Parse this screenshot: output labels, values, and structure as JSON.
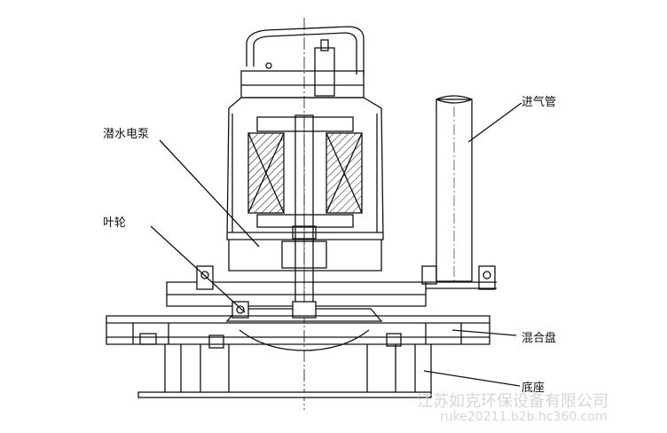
{
  "labels": {
    "pump": "潜水电泵",
    "impeller": "叶轮",
    "air_pipe": "进气管",
    "mixing_disc": "混合盘",
    "base": "底座"
  },
  "watermark": {
    "company": "江苏如克环保设备有限公司",
    "url": "ruke20211.b2b.hc360.com"
  },
  "colors": {
    "line": "#111111",
    "watermark": "#d6d6d6"
  }
}
